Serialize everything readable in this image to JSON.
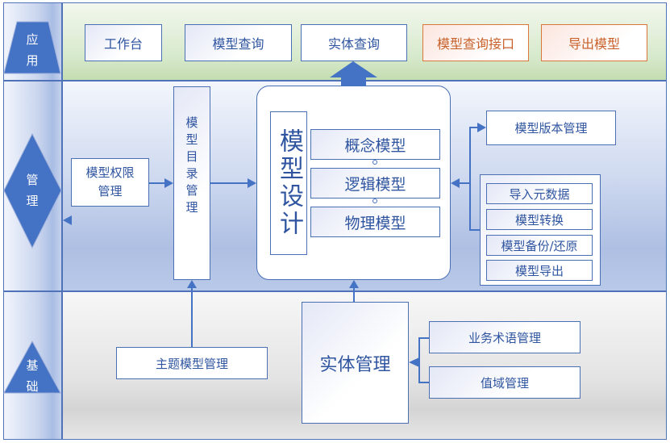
{
  "lanes": {
    "application": "应用",
    "management": "管理",
    "foundation": "基础"
  },
  "application_layer": {
    "items": [
      "工作台",
      "模型查询",
      "实体查询"
    ],
    "external_items": [
      "模型查询接口",
      "导出模型"
    ]
  },
  "management_layer": {
    "permission": "模型权限管理",
    "catalog": "模型目录管理",
    "design": {
      "title": "模型设计",
      "stages": [
        "概念模型",
        "逻辑模型",
        "物理模型"
      ]
    },
    "version": "模型版本管理",
    "tools": [
      "导入元数据",
      "模型转换",
      "模型备份/还原",
      "模型导出"
    ]
  },
  "foundation_layer": {
    "subject": "主题模型管理",
    "entity": "实体管理",
    "entity_sources": [
      "业务术语管理",
      "值域管理"
    ]
  },
  "colors": {
    "accent": "#4472c4",
    "border": "#4f72b8",
    "text": "#2f55a0",
    "external": "#d9773a"
  }
}
